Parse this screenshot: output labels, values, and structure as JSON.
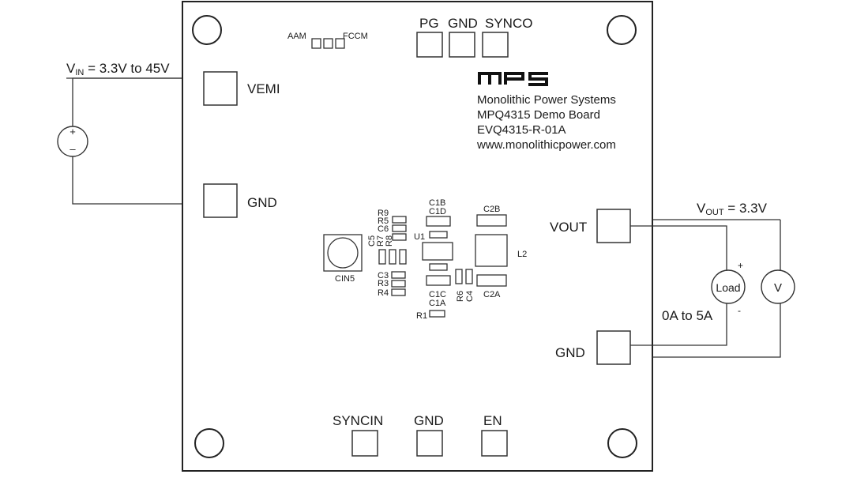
{
  "vin": {
    "v": "V",
    "sub": "IN",
    "rest": " = 3.3V to 45V"
  },
  "vout": {
    "v": "V",
    "sub": "OUT",
    "rest": " = 3.3V"
  },
  "source_plus": "+",
  "source_minus": "–",
  "load": {
    "label": "Load",
    "plus": "+",
    "minus": "-",
    "range": "0A to 5A"
  },
  "meter": "V",
  "pads": {
    "vemi": "VEMI",
    "gnd_left": "GND",
    "vout": "VOUT",
    "gnd_right": "GND",
    "pg": "PG",
    "gnd_top": "GND",
    "synco": "SYNCO",
    "syncin": "SYNCIN",
    "gnd_bottom": "GND",
    "en": "EN"
  },
  "jumpers": {
    "aam": "AAM",
    "fccm": "FCCM"
  },
  "info": {
    "line1": "Monolithic Power Systems",
    "line2": "MPQ4315 Demo Board",
    "line3": "EVQ4315-R-01A",
    "line4": "www.monolithicpower.com"
  },
  "components": {
    "r9": "R9",
    "r5": "R5",
    "c6": "C6",
    "c5": "C5",
    "r7": "R7",
    "r8": "R8",
    "c3": "C3",
    "r3": "R3",
    "r4": "R4",
    "cin5": "CIN5",
    "u1": "U1",
    "c1b": "C1B",
    "c1d": "C1D",
    "c1c": "C1C",
    "c1a": "C1A",
    "r1": "R1",
    "r6": "R6",
    "c4": "C4",
    "c2b": "C2B",
    "c2a": "C2A",
    "l2": "L2"
  }
}
